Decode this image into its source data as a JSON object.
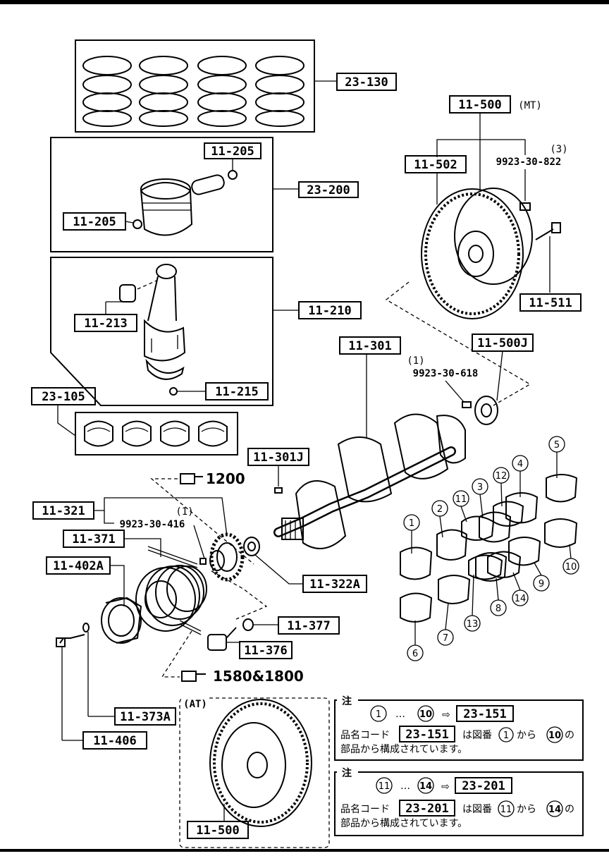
{
  "labels": {
    "rings": "23-130",
    "piston_pin_clip_top": "11-205",
    "piston_set": "23-200",
    "piston_pin_clip_left": "11-205",
    "conrod_set": "11-210",
    "conrod_bush": "11-213",
    "conrod_nut": "11-215",
    "conrod_bearings": "23-105",
    "flywheel_mt": "11-500",
    "flywheel_mt_suffix": "(MT)",
    "ring_gear": "11-502",
    "flywheel_dowel": "9923-30-822",
    "flywheel_dowel_qty": "(3)",
    "flywheel_bolt": "11-511",
    "pilot_bearing": "11-500J",
    "crank_dowel": "9923-30-618",
    "crank_dowel_qty": "(1)",
    "crankshaft": "11-301",
    "crank_key": "11-301J",
    "timing_pulley": "11-321",
    "pulley_key": "9923-30-416",
    "pulley_key_qty": "(1)",
    "pulley_plate": "11-371",
    "crank_pulley": "11-402A",
    "spacer": "11-322A",
    "washer_377": "11-377",
    "bolt_376": "11-376",
    "washer_373a": "11-373A",
    "pulley_bolt": "11-406",
    "flywheel_at": "11-500",
    "at_title": "(AT)",
    "ref_1200": "1200",
    "ref_1580": "1580&1800"
  },
  "bearing_numbers": [
    "1",
    "2",
    "3",
    "4",
    "5",
    "6",
    "7",
    "8",
    "9",
    "10",
    "11",
    "12",
    "13",
    "14"
  ],
  "notes": [
    {
      "heading": "注",
      "from": "1",
      "to": "10",
      "dots": "…",
      "arrow": "⇨",
      "code": "23-151",
      "line1_prefix": "品名コード",
      "line1_middle": "は図番",
      "line1_from": "1",
      "line1_kara": "から",
      "line1_to": "10",
      "line1_suffix": "の",
      "line2": "部品から構成されています。"
    },
    {
      "heading": "注",
      "from": "11",
      "to": "14",
      "dots": "…",
      "arrow": "⇨",
      "code": "23-201",
      "line1_prefix": "品名コード",
      "line1_middle": "は図番",
      "line1_from": "11",
      "line1_kara": "から",
      "line1_to": "14",
      "line1_suffix": "の",
      "line2": "部品から構成されています。"
    }
  ]
}
